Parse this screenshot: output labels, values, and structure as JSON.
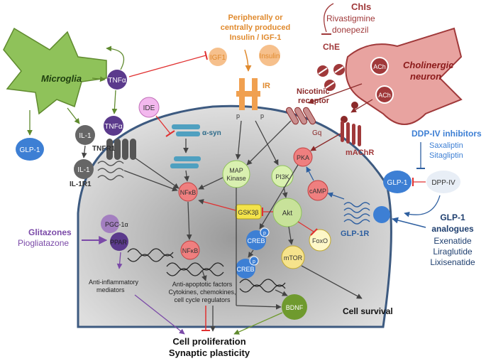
{
  "microglia": {
    "label": "Microglia"
  },
  "cholinergic": {
    "label": "Cholinergic neuron",
    "label_line1": "Cholinergic",
    "label_line2": "neuron",
    "ach": "ACh"
  },
  "chei": {
    "title": "ChIs",
    "drug1": "Rivastigmine",
    "drug2": "donepezil",
    "che": "ChE"
  },
  "insulin_source": {
    "line1": "Peripherally or",
    "line2": "centrally produced",
    "line3": "Insulin / IGF-1",
    "igf1": "IGF1",
    "insulin": "Insulin"
  },
  "receptors": {
    "ir": "IR",
    "p": "p",
    "nicotinic_line1": "Nicotinic",
    "nicotinic_line2": "receptor",
    "machr": "mAChR",
    "gq": "Gq",
    "tnfr1": "TNFR1",
    "il1r1": "IL-1R1",
    "glp1r": "GLP-1R"
  },
  "cytokines": {
    "tnfa": "TNFα",
    "il1": "IL-1",
    "glp1": "GLP-1"
  },
  "ide": {
    "label": "IDE",
    "asyn": "α-syn"
  },
  "nodes": {
    "nfkb": "NFκB",
    "mapk_line1": "MAP",
    "mapk_line2": "Kinase",
    "pi3k": "PI3K",
    "pka": "PKA",
    "camp": "cAMP",
    "akt": "Akt",
    "gsk3b": "GSK3β",
    "creb": "CREB",
    "mtor": "mTOR",
    "foxo": "FoxO",
    "bdnf": "BDNF",
    "pgc1a": "PGC-1α",
    "ppar": "PPAR"
  },
  "dpp4": {
    "title": "DDP-IV inhibitors",
    "drug1": "Saxaliptin",
    "drug2": "Sitagliptin",
    "enzyme": "DPP-IV",
    "glp1": "GLP-1"
  },
  "glp1_analogues": {
    "title_line1": "GLP-1",
    "title_line2": "analogues",
    "drug1": "Exenatide",
    "drug2": "Liraglutide",
    "drug3": "Lixisenatide"
  },
  "glitazones": {
    "title": "Glitazones",
    "drug": "Piogliatazone"
  },
  "outcomes": {
    "anti_inflammatory_line1": "Anti-inflammatory",
    "anti_inflammatory_line2": "mediators",
    "factors_line1": "Anti-apoptotic factors",
    "factors_line2": "Cytokines, chemokines,",
    "factors_line3": "cell cycle regulators",
    "cell_survival": "Cell survival",
    "proliferation_line1": "Cell proliferation",
    "proliferation_line2": "Synaptic plasticity"
  },
  "colors": {
    "microglia": "#8fc25a",
    "cholinergic": "#e8a3a0",
    "insulin": "#f0a050",
    "purple": "#5b3a8c",
    "red_node": "#ef7f7f",
    "green_node": "#c8e29a",
    "blue": "#4a86d0",
    "brown": "#a0393a"
  }
}
